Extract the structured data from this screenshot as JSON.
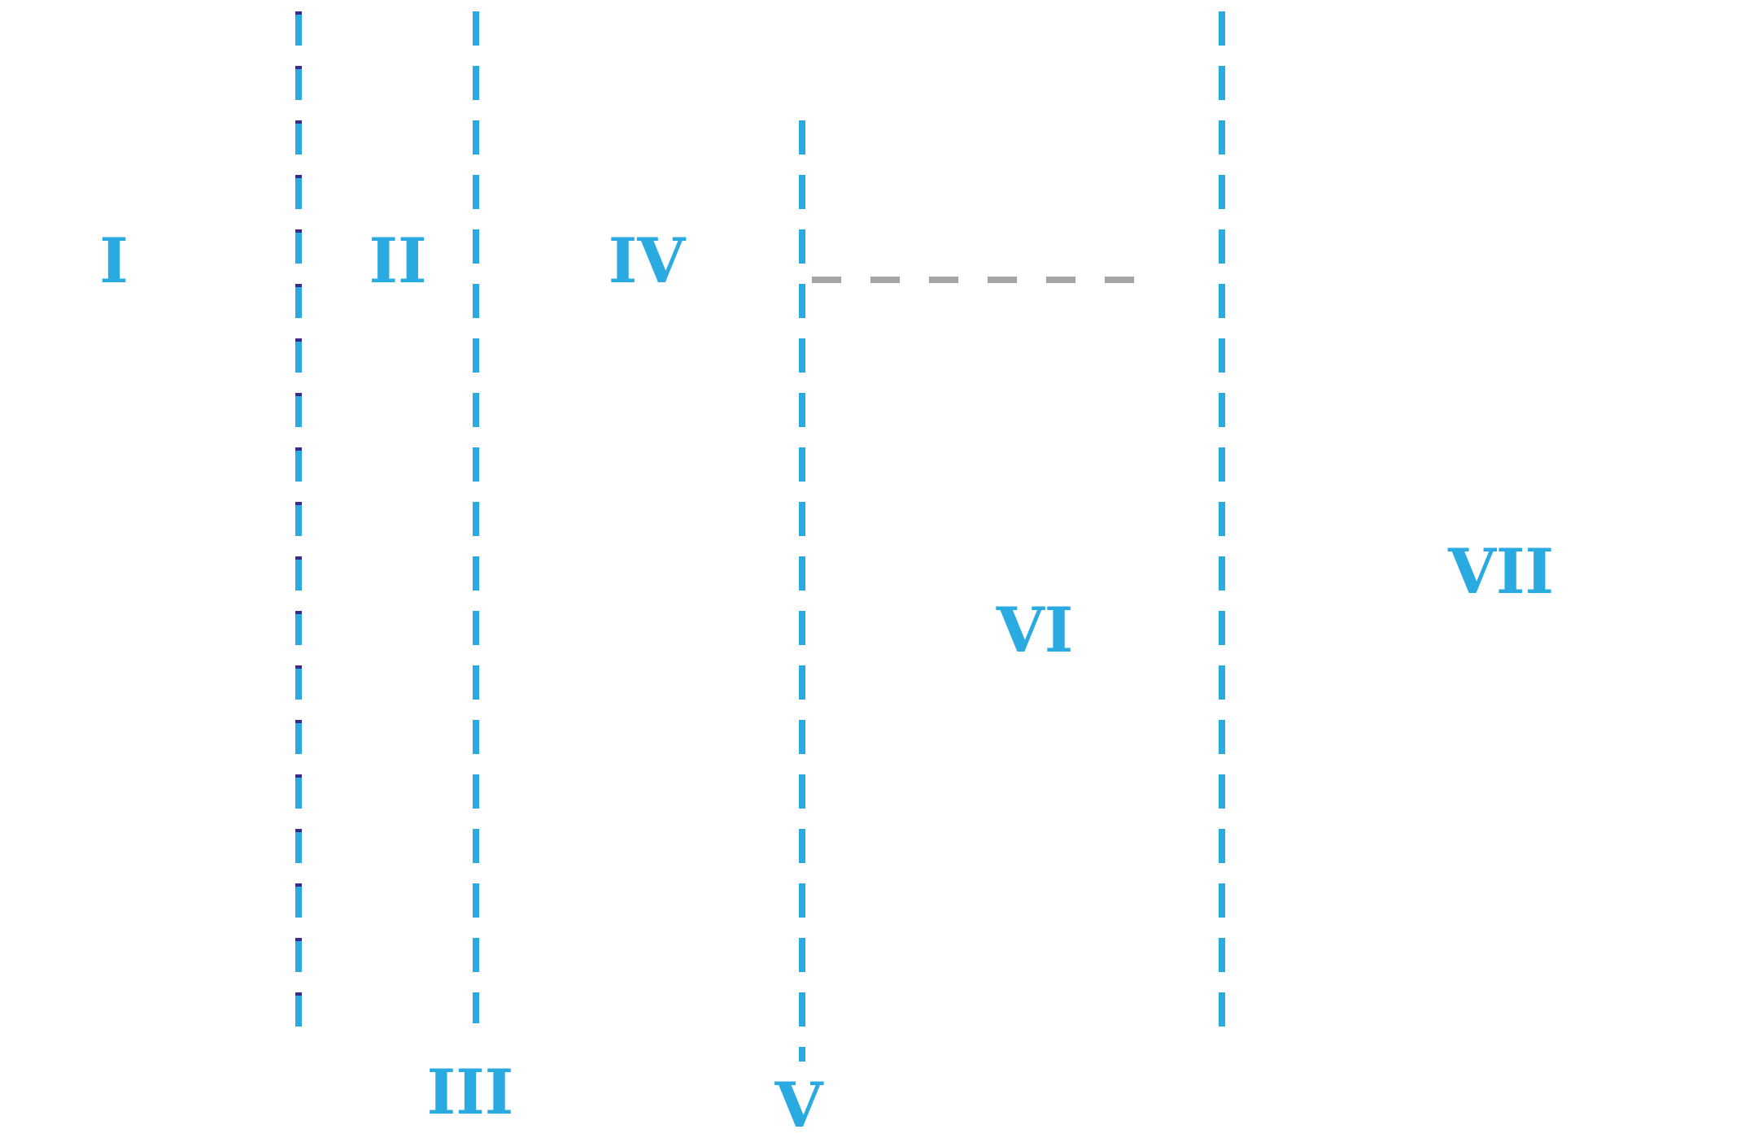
{
  "colors": {
    "boundary": "#29aae1",
    "boundary_accent": "#3a2a8a",
    "connector": "#a6a6a6",
    "label": "#29aae1",
    "background": "#ffffff"
  },
  "labels": {
    "region_1": "I",
    "region_2": "II",
    "region_3": "III",
    "region_4": "IV",
    "region_5": "V",
    "region_6": "VI",
    "region_7": "VII"
  }
}
